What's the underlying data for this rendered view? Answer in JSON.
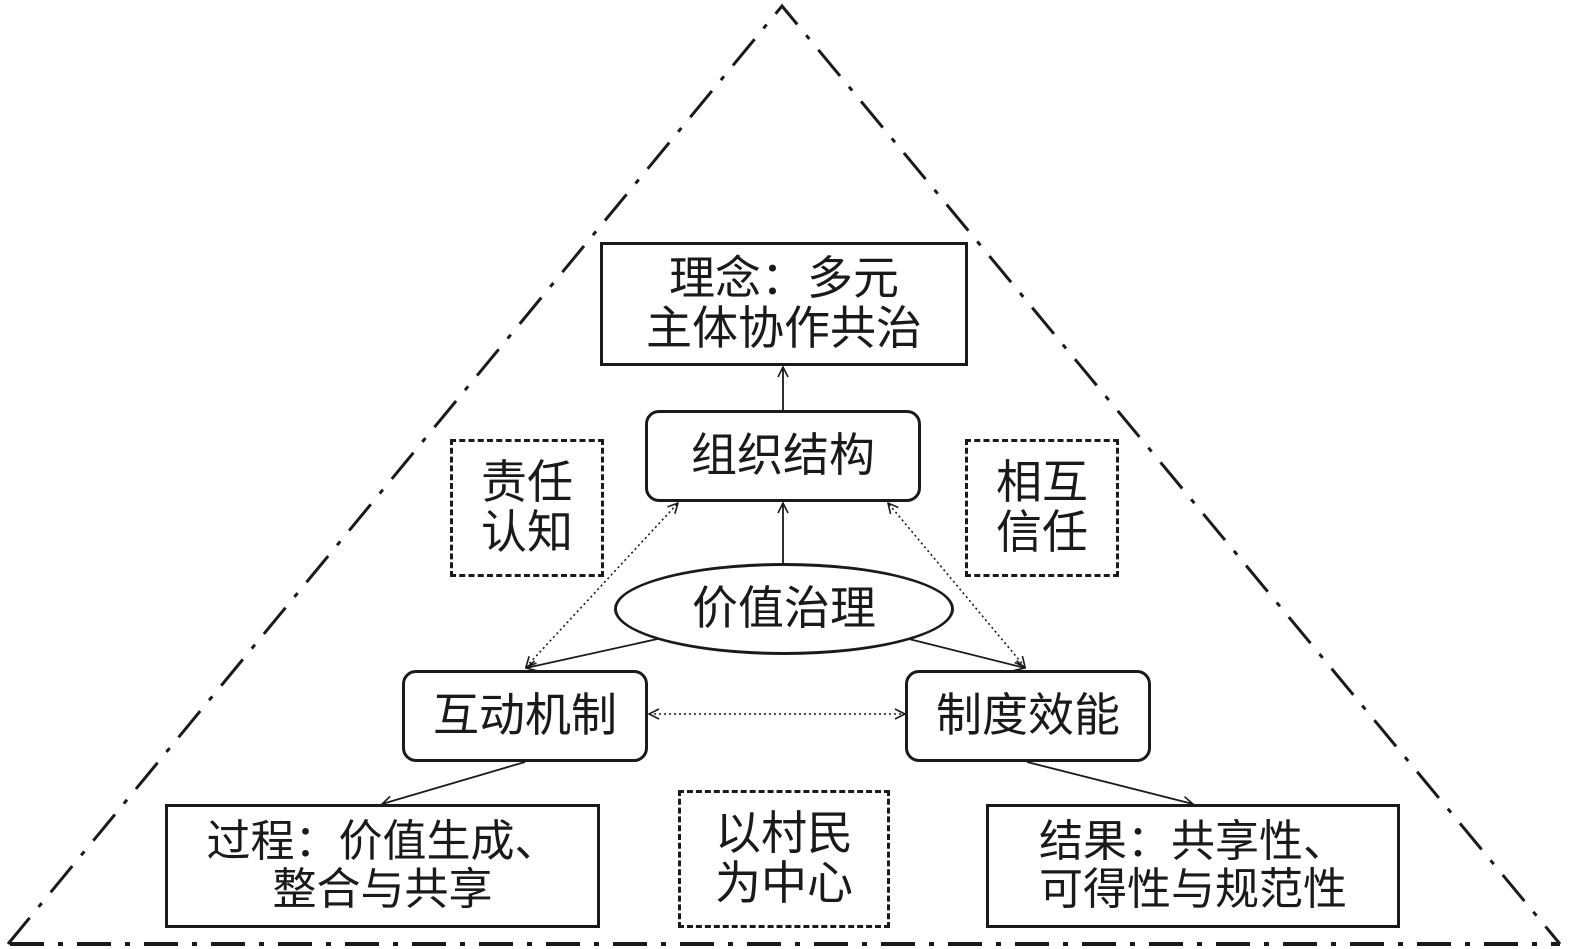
{
  "diagram": {
    "idea": {
      "line1": "理念：多元",
      "line2": "主体协作共治"
    },
    "organization": {
      "label": "组织结构"
    },
    "responsibility": {
      "line1": "责任",
      "line2": "认知"
    },
    "trust": {
      "line1": "相互",
      "line2": "信任"
    },
    "value_governance": {
      "label": "价值治理"
    },
    "interaction": {
      "label": "互动机制"
    },
    "institution": {
      "label": "制度效能"
    },
    "process": {
      "line1": "过程：价值生成、",
      "line2": "整合与共享"
    },
    "villager_center": {
      "line1": "以村民",
      "line2": "为中心"
    },
    "result": {
      "line1": "结果：共享性、",
      "line2": "可得性与规范性"
    }
  },
  "colors": {
    "stroke": "#1a1a1a",
    "background": "#ffffff"
  }
}
